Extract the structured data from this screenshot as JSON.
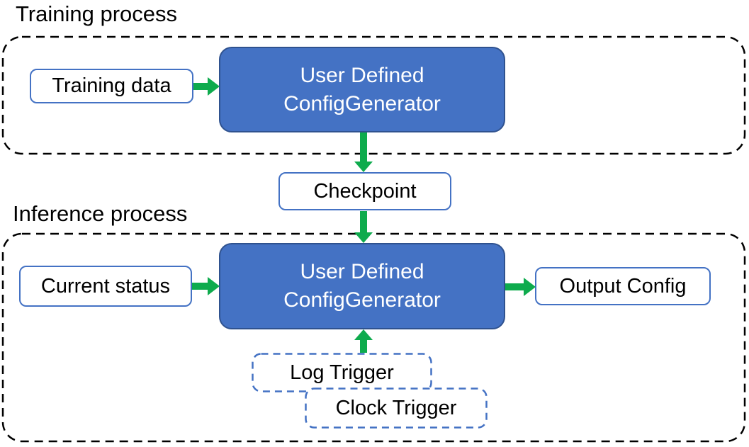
{
  "diagram": {
    "sections": {
      "training": {
        "title": "Training process"
      },
      "inference": {
        "title": "Inference process"
      }
    },
    "nodes": {
      "training_data": {
        "label": "Training data"
      },
      "config_generator": {
        "line1": "User Defined",
        "line2": "ConfigGenerator"
      },
      "checkpoint": {
        "label": "Checkpoint"
      },
      "current_status": {
        "label": "Current status"
      },
      "output_config": {
        "label": "Output Config"
      },
      "log_trigger": {
        "label": "Log Trigger"
      },
      "clock_trigger": {
        "label": "Clock Trigger"
      }
    },
    "edges": [
      {
        "from": "training_data",
        "to": "config_generator_training",
        "direction": "right"
      },
      {
        "from": "config_generator_training",
        "to": "checkpoint",
        "direction": "down"
      },
      {
        "from": "checkpoint",
        "to": "config_generator_inference",
        "direction": "down"
      },
      {
        "from": "current_status",
        "to": "config_generator_inference",
        "direction": "right"
      },
      {
        "from": "config_generator_inference",
        "to": "output_config",
        "direction": "right"
      },
      {
        "from": "log_trigger",
        "to": "config_generator_inference",
        "direction": "up"
      }
    ],
    "colors": {
      "node_fill_blue": "#4472C4",
      "node_border_dark_blue": "#2F528F",
      "outline_blue": "#4472C4",
      "arrow_green": "#0EAB4D",
      "dashed_container_black": "#000000",
      "text_black": "#000000",
      "text_white": "#ffffff"
    }
  }
}
